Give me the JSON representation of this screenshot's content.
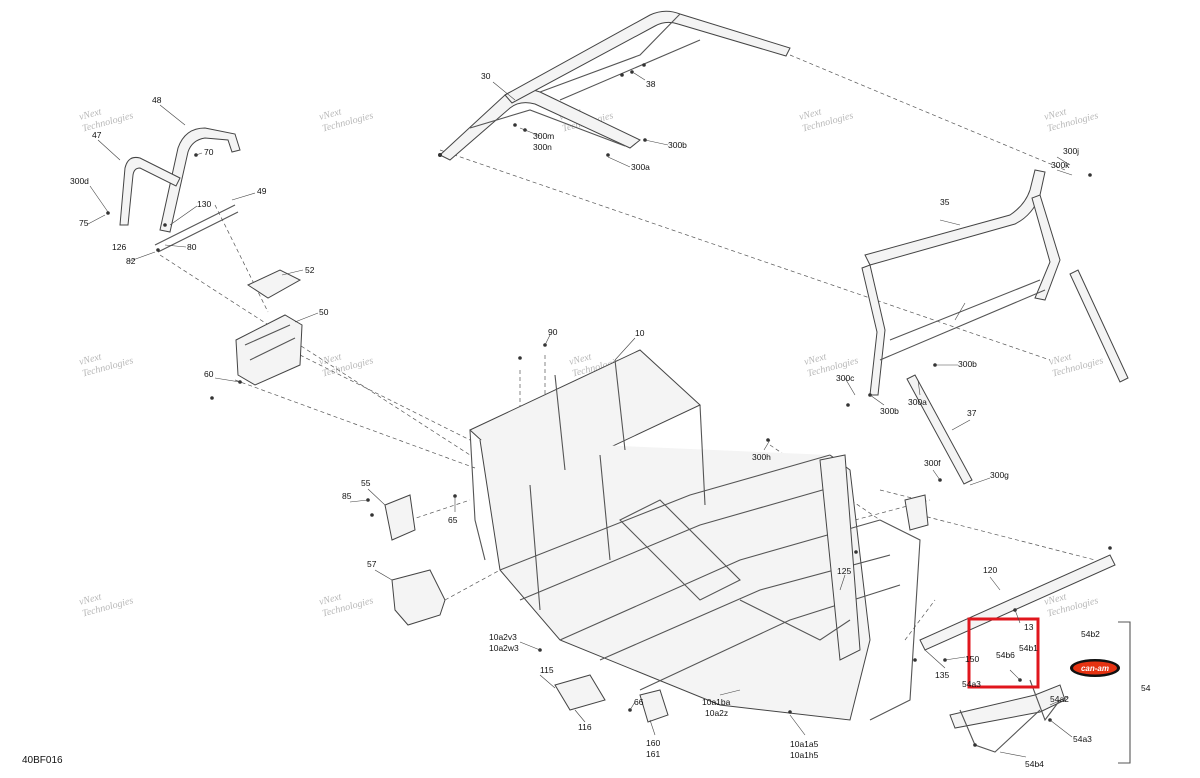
{
  "figure_code": "40BF016",
  "watermark": {
    "line1": "vNext",
    "line2": "Technologies"
  },
  "logo": {
    "text": "can-am",
    "colors": {
      "oval": "#e63312",
      "outline": "#111111"
    }
  },
  "highlight_color": "#e0161d",
  "labels": [
    "30",
    "38",
    "300m",
    "300n",
    "300b",
    "300a",
    "48",
    "47",
    "70",
    "300d",
    "49",
    "130",
    "75",
    "126",
    "80",
    "82",
    "52",
    "50",
    "60",
    "90",
    "10",
    "300j",
    "300k",
    "35",
    "300b",
    "300c",
    "300b",
    "300a",
    "37",
    "300h",
    "300f",
    "300g",
    "55",
    "85",
    "65",
    "57",
    "125",
    "120",
    "13",
    "10a2v3",
    "10a2w3",
    "54b1",
    "54b6",
    "150",
    "54b2",
    "115",
    "135",
    "54a3",
    "54",
    "66",
    "10a1ba",
    "10a2z",
    "54a2",
    "116",
    "54a3",
    "160",
    "10a1a5",
    "161",
    "10a1h5",
    "54b4"
  ]
}
